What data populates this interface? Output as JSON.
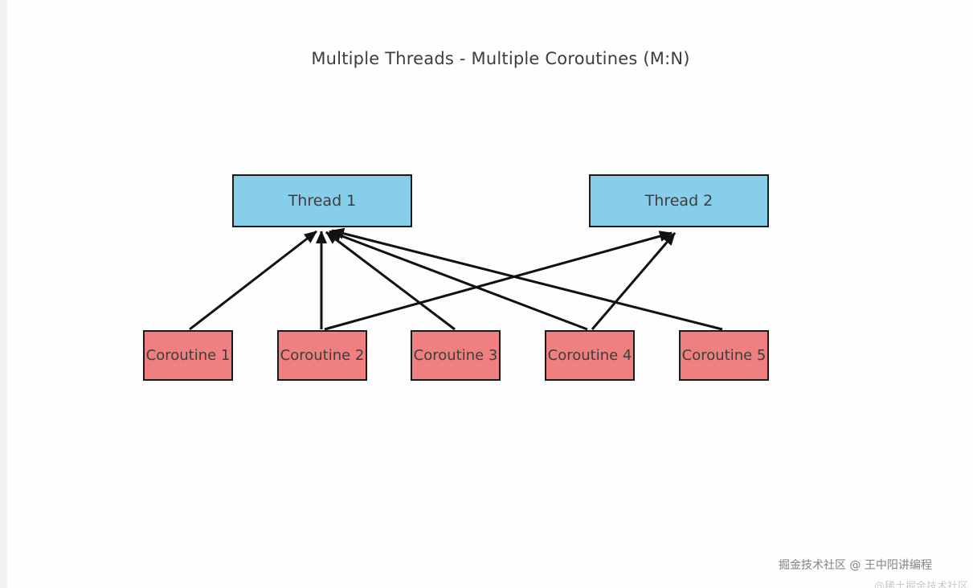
{
  "title": "Multiple Threads - Multiple Coroutines (M:N)",
  "diagram_type": "mapping-diagram",
  "colors": {
    "thread_fill": "#87CEEB",
    "coroutine_fill": "#F08080",
    "box_border": "#1a1a1a",
    "arrow": "#111111",
    "text": "#3d3d3d",
    "background": "#fefefe",
    "left_strip": "#f1f1f6"
  },
  "nodes": {
    "thread1": {
      "label": "Thread 1",
      "type": "thread"
    },
    "thread2": {
      "label": "Thread 2",
      "type": "thread"
    },
    "coroutine1": {
      "label": "Coroutine 1",
      "type": "coroutine"
    },
    "coroutine2": {
      "label": "Coroutine 2",
      "type": "coroutine"
    },
    "coroutine3": {
      "label": "Coroutine 3",
      "type": "coroutine"
    },
    "coroutine4": {
      "label": "Coroutine 4",
      "type": "coroutine"
    },
    "coroutine5": {
      "label": "Coroutine 5",
      "type": "coroutine"
    }
  },
  "edges": [
    {
      "from": "coroutine1",
      "to": "thread1",
      "arrowhead_at": "thread1"
    },
    {
      "from": "coroutine2",
      "to": "thread1",
      "arrowhead_at": "thread1"
    },
    {
      "from": "coroutine2",
      "to": "thread2",
      "arrowhead_at": "thread2"
    },
    {
      "from": "coroutine3",
      "to": "thread1",
      "arrowhead_at": "thread1"
    },
    {
      "from": "coroutine4",
      "to": "thread1",
      "arrowhead_at": "thread1"
    },
    {
      "from": "coroutine4",
      "to": "thread2",
      "arrowhead_at": "thread2"
    },
    {
      "from": "coroutine5",
      "to": "thread1",
      "arrowhead_at": "thread1"
    }
  ],
  "watermark": {
    "line1": "掘金技术社区 @ 王中阳讲编程",
    "line2": "@稀土掘金技术社区"
  }
}
